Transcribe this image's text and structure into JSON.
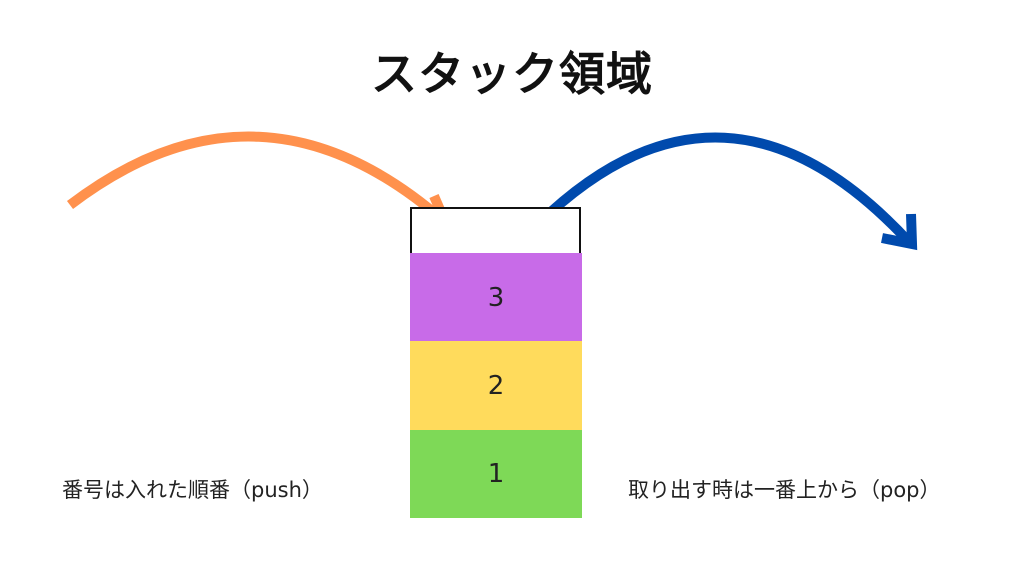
{
  "title": "スタック領域",
  "stack": {
    "blocks": [
      {
        "label": "3",
        "color": "#c86be8"
      },
      {
        "label": "2",
        "color": "#ffdb5c"
      },
      {
        "label": "1",
        "color": "#7ed957"
      }
    ],
    "slot_border_color": "#111111"
  },
  "push_arrow": {
    "color": "#ff914d",
    "icon": "curved-arrow-right-icon"
  },
  "pop_arrow": {
    "color": "#004aad",
    "icon": "curved-arrow-right-icon"
  },
  "captions": {
    "push": "番号は入れた順番（push）",
    "pop": "取り出す時は一番上から（pop）"
  }
}
